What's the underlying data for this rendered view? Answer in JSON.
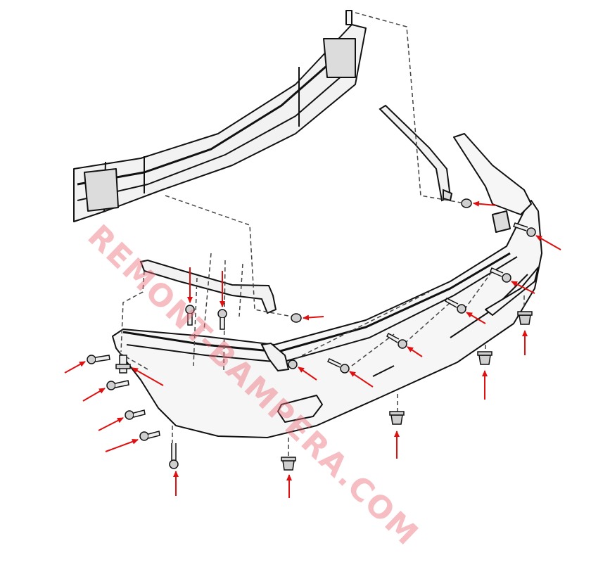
{
  "watermark": {
    "text": "REMONT-BAMPERA.COM",
    "color": "#eb6e78"
  },
  "colors": {
    "arrow": "#e01010",
    "outline": "#111111",
    "dash": "#444444",
    "clip_fill": "#cccccc"
  },
  "parts": {
    "reinforcement_beam": "bumper-reinforcement-beam",
    "bumper_cover": "rear-bumper-cover",
    "left_bracket": "left-side-bracket",
    "right_bracket": "right-side-bracket"
  }
}
